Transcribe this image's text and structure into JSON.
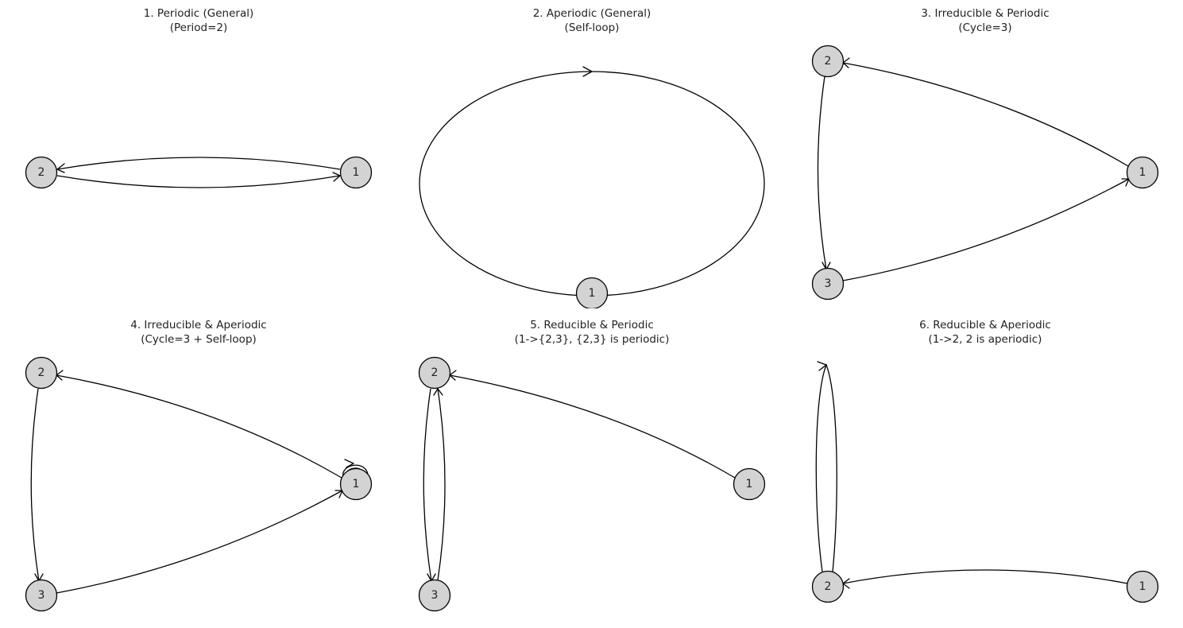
{
  "colors": {
    "node_fill": "#d3d3d3",
    "edge": "#000000"
  },
  "diagrams": [
    {
      "title_line1": "1. Periodic (General)",
      "title_line2": "(Period=2)",
      "nodes": [
        {
          "label": "2"
        },
        {
          "label": "1"
        }
      ],
      "edges": [
        {
          "from": "1",
          "to": "2"
        },
        {
          "from": "2",
          "to": "1"
        }
      ]
    },
    {
      "title_line1": "2. Aperiodic (General)",
      "title_line2": "(Self-loop)",
      "nodes": [
        {
          "label": "1"
        }
      ],
      "edges": [
        {
          "from": "1",
          "to": "1"
        }
      ]
    },
    {
      "title_line1": "3. Irreducible & Periodic",
      "title_line2": "(Cycle=3)",
      "nodes": [
        {
          "label": "2"
        },
        {
          "label": "1"
        },
        {
          "label": "3"
        }
      ],
      "edges": [
        {
          "from": "1",
          "to": "2"
        },
        {
          "from": "2",
          "to": "3"
        },
        {
          "from": "3",
          "to": "1"
        }
      ]
    },
    {
      "title_line1": "4. Irreducible & Aperiodic",
      "title_line2": "(Cycle=3 + Self-loop)",
      "nodes": [
        {
          "label": "2"
        },
        {
          "label": "1"
        },
        {
          "label": "3"
        }
      ],
      "edges": [
        {
          "from": "1",
          "to": "2"
        },
        {
          "from": "2",
          "to": "3"
        },
        {
          "from": "3",
          "to": "1"
        },
        {
          "from": "1",
          "to": "1"
        }
      ]
    },
    {
      "title_line1": "5. Reducible & Periodic",
      "title_line2": "(1->{2,3}, {2,3} is periodic)",
      "nodes": [
        {
          "label": "2"
        },
        {
          "label": "1"
        },
        {
          "label": "3"
        }
      ],
      "edges": [
        {
          "from": "1",
          "to": "2"
        },
        {
          "from": "2",
          "to": "3"
        },
        {
          "from": "3",
          "to": "2"
        }
      ]
    },
    {
      "title_line1": "6. Reducible & Aperiodic",
      "title_line2": "(1->2, 2 is aperiodic)",
      "nodes": [
        {
          "label": "2"
        },
        {
          "label": "1"
        }
      ],
      "edges": [
        {
          "from": "1",
          "to": "2"
        },
        {
          "from": "2",
          "to": "2"
        }
      ]
    }
  ]
}
